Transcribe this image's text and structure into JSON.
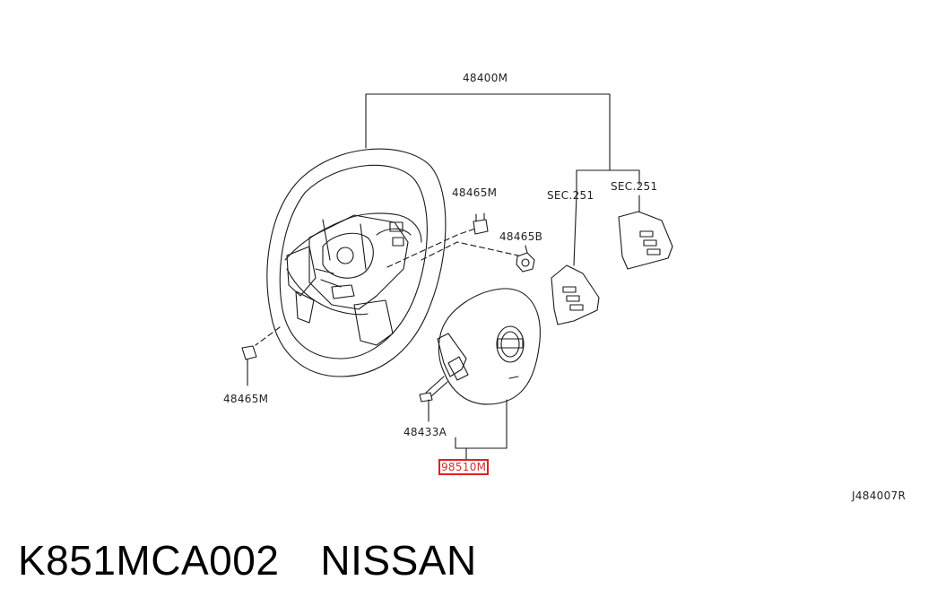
{
  "callouts": {
    "wheel_assembly": "48400M",
    "clip_upper": "48465M",
    "nut": "48465B",
    "switch_left_sec": "SEC.251",
    "switch_right_sec": "SEC.251",
    "clip_lower": "48465M",
    "bolt": "48433A",
    "airbag_module": "98510M"
  },
  "diagram_code": "J484007R",
  "footer": {
    "part_number": "K851MCA002",
    "brand": "NISSAN"
  },
  "colors": {
    "line": "#1a1a1a",
    "highlight": "#e02020"
  }
}
